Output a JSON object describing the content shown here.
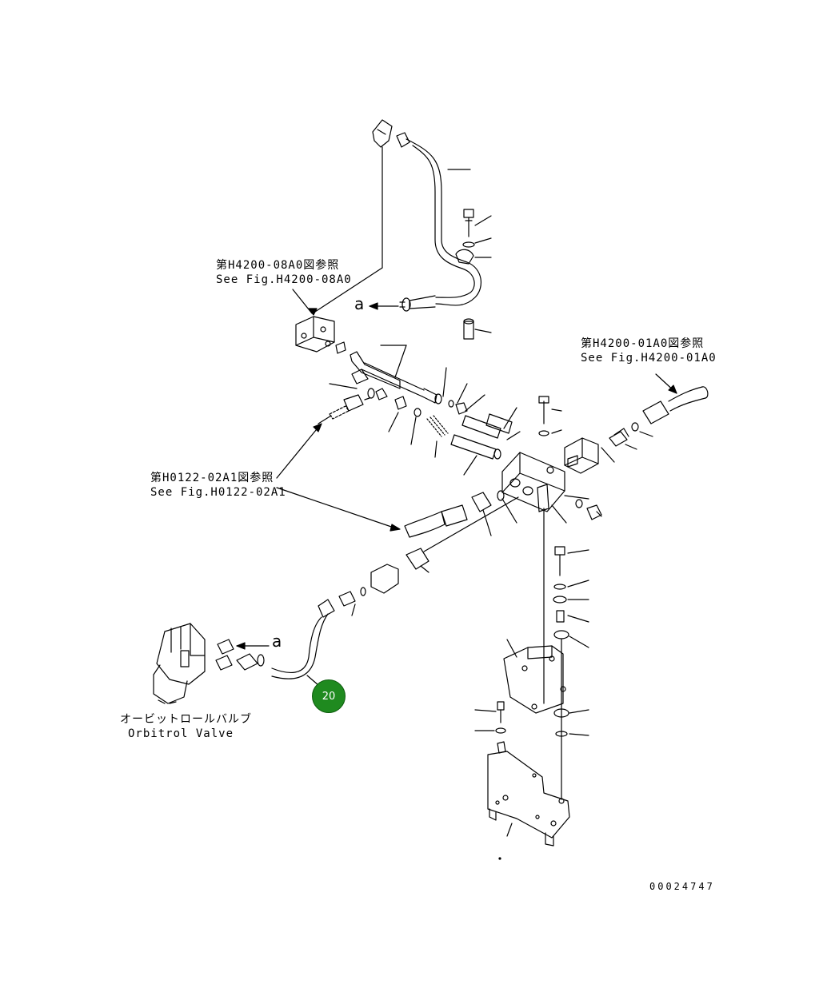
{
  "references": {
    "h4200_08a0_jp": "第H4200-08A0図参照",
    "h4200_08a0_en": "See Fig.H4200-08A0",
    "h4200_01a0_jp": "第H4200-01A0図参照",
    "h4200_01a0_en": "See Fig.H4200-01A0",
    "h0122_02a1_jp": "第H0122-02A1図参照",
    "h0122_02a1_en": "See Fig.H0122-02A1"
  },
  "orbitrol": {
    "label_jp": "オービットロールバルブ",
    "label_en": "Orbitrol Valve"
  },
  "connector_mark": "a",
  "part_badge": {
    "number": "20",
    "color": "#1f8a1f"
  },
  "drawing_number": "00024747"
}
